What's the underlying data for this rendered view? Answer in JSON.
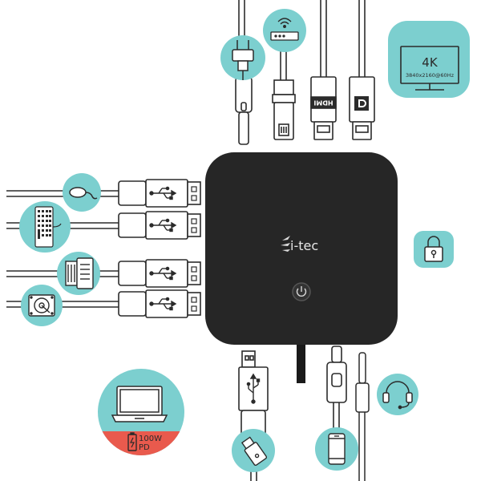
{
  "brand": {
    "logo_text": "i-tec"
  },
  "monitor": {
    "resolution_label": "4K",
    "resolution_detail": "3840x2160@60Hz"
  },
  "power": {
    "wattage": "100W",
    "label": "PD"
  },
  "connectors": {
    "hdmi_text": "HDMI"
  },
  "colors": {
    "dock": "#262626",
    "teal": "#7ccfcf",
    "power_red": "#e95a4d",
    "line": "#2b2b2b"
  },
  "icons": [
    "plug-icon",
    "router-icon",
    "monitor-icon",
    "mouse-icon",
    "keyboard-icon",
    "printer-icon",
    "hard-drive-icon",
    "lock-icon",
    "laptop-icon",
    "battery-icon",
    "usb-stick-icon",
    "smartphone-icon",
    "headset-icon",
    "power-button-icon",
    "usb-symbol-icon",
    "displayport-icon"
  ]
}
